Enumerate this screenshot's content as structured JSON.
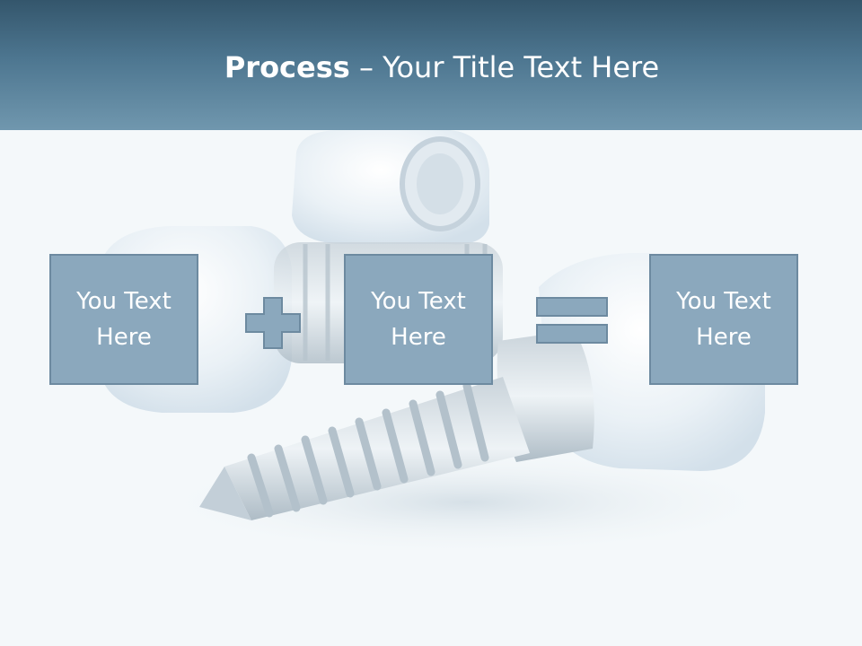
{
  "title": {
    "bold": "Process",
    "dash": " – ",
    "rest": "Your Title Text Here"
  },
  "boxes": [
    {
      "text": "You Text Here"
    },
    {
      "text": "You Text Here"
    },
    {
      "text": "You Text Here"
    }
  ],
  "operators": {
    "plus": "plus-icon",
    "equals": "equals-icon"
  },
  "colors": {
    "header_top": "#34566c",
    "header_bottom": "#7097ae",
    "box_fill": "#8ba8bd",
    "box_border": "#6d8aa0",
    "background": "#f4f8fa"
  }
}
